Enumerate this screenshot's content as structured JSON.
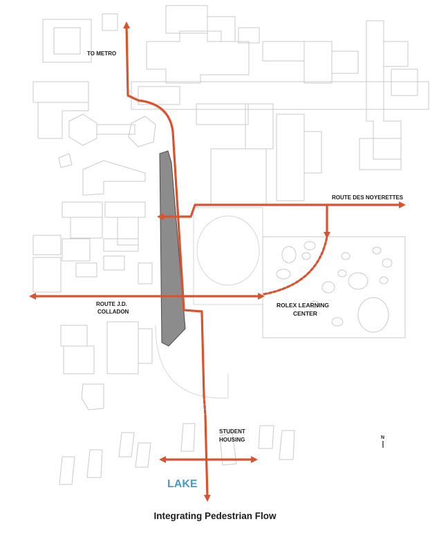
{
  "labels": {
    "to_metro": "TO METRO",
    "route_des_noyerettes": "ROUTE DES NOYERETTES",
    "route_jd_colladon_line1": "ROUTE J.D.",
    "route_jd_colladon_line2": "COLLADON",
    "rolex_line1": "ROLEX LEARNING",
    "rolex_line2": "CENTER",
    "student_housing_line1": "STUDENT",
    "student_housing_line2": "HOUSING",
    "lake": "LAKE",
    "north": "N"
  },
  "caption": "Integrating Pedestrian Flow",
  "colors": {
    "route": "#d9532f",
    "lake_label": "#4a9ac7",
    "buildings": "#c9c9c9",
    "linear_building_fill": "#8c8c8c"
  }
}
